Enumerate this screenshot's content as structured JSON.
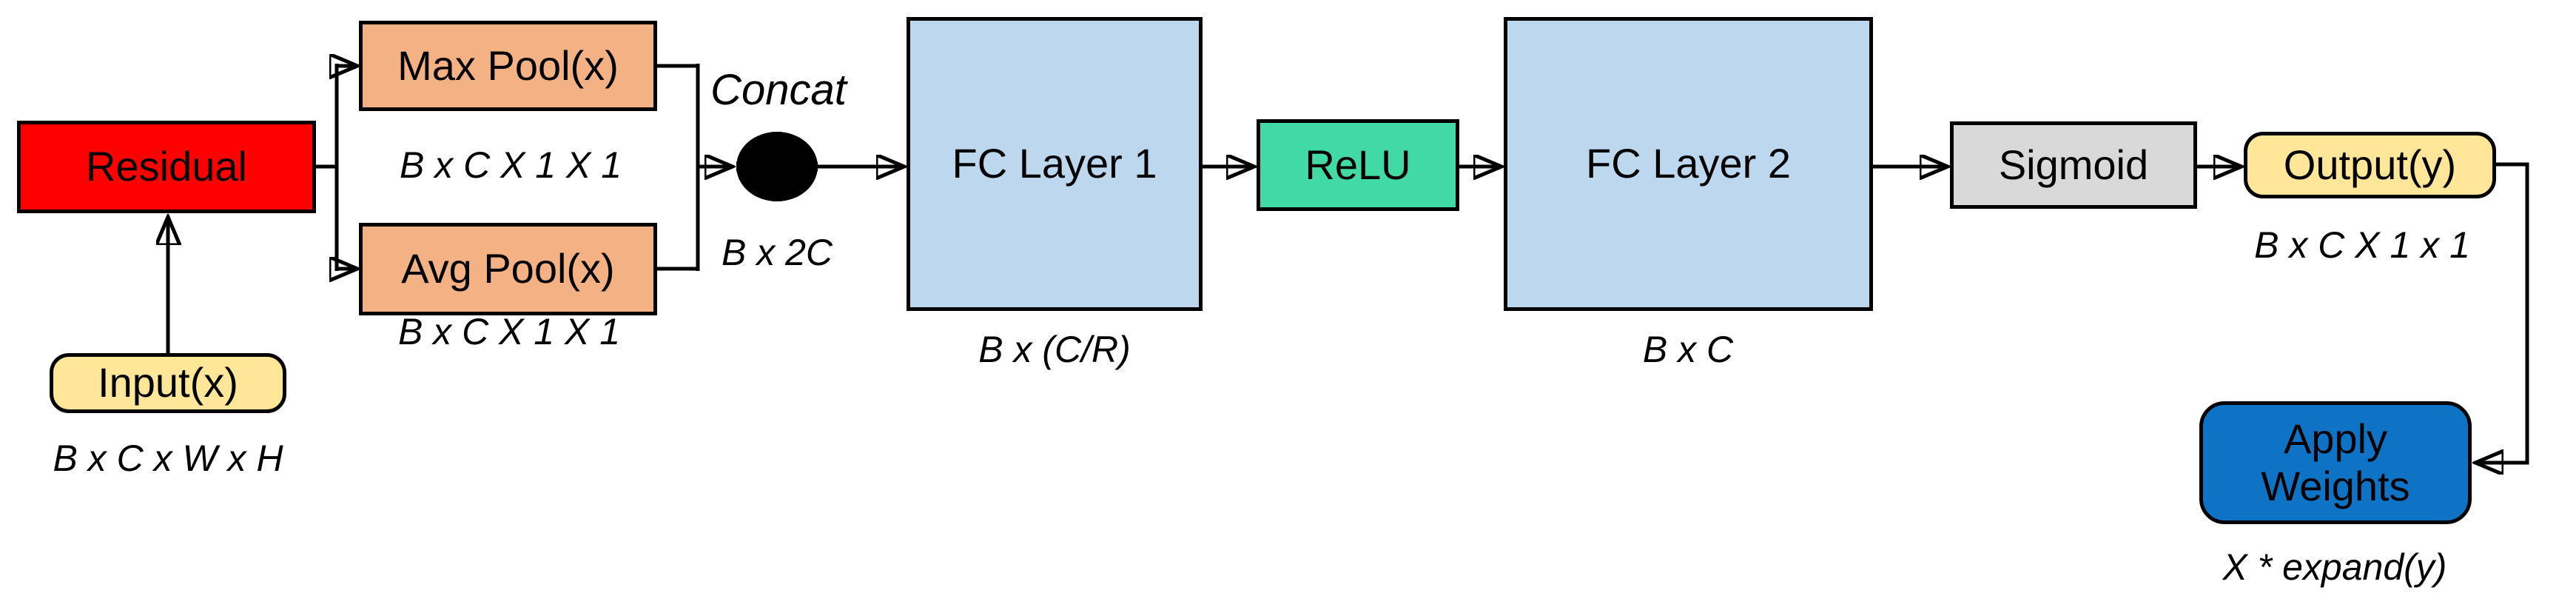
{
  "diagram": {
    "background": "#FFFFFF",
    "nodes": {
      "residual": {
        "label": "Residual",
        "fill": "#FF0000"
      },
      "input": {
        "label": "Input(x)",
        "fill": "#FFE699",
        "caption": "B x C x W x H"
      },
      "max_pool": {
        "label": "Max Pool(x)",
        "fill": "#F4B183",
        "caption": "B x C X 1 X 1"
      },
      "avg_pool": {
        "label": "Avg Pool(x)",
        "fill": "#F4B183",
        "caption": "B x C X 1 X 1"
      },
      "concat": {
        "label": "Concat",
        "caption": "B x 2C"
      },
      "fc_layer_1": {
        "label": "FC Layer 1",
        "fill": "#BDD7EE",
        "caption": "B x (C/R)"
      },
      "relu": {
        "label": "ReLU",
        "fill": "#41D9A5"
      },
      "fc_layer_2": {
        "label": "FC Layer 2",
        "fill": "#BDD7EE",
        "caption": "B x C"
      },
      "sigmoid": {
        "label": "Sigmoid",
        "fill": "#D9D9D9"
      },
      "output": {
        "label": "Output(y)",
        "fill": "#FFE699",
        "caption": "B x C X 1 x 1"
      },
      "apply_weights": {
        "line1": "Apply",
        "line2": "Weights",
        "fill": "#0E73C5",
        "caption": "X * expand(y)"
      }
    },
    "edges": [
      {
        "from": "input",
        "to": "residual"
      },
      {
        "from": "residual",
        "to": "max_pool"
      },
      {
        "from": "residual",
        "to": "avg_pool"
      },
      {
        "from": "max_pool",
        "to": "concat"
      },
      {
        "from": "avg_pool",
        "to": "concat"
      },
      {
        "from": "concat",
        "to": "fc_layer_1"
      },
      {
        "from": "fc_layer_1",
        "to": "relu"
      },
      {
        "from": "relu",
        "to": "fc_layer_2"
      },
      {
        "from": "fc_layer_2",
        "to": "sigmoid"
      },
      {
        "from": "sigmoid",
        "to": "output"
      },
      {
        "from": "output",
        "to": "apply_weights"
      }
    ]
  }
}
